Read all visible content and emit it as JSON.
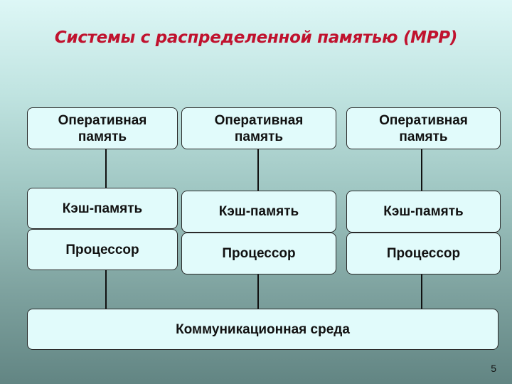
{
  "slide": {
    "title": "Системы с распределенной памятью (MPP)",
    "page_number": "5"
  },
  "nodes": [
    {
      "memory": "Оперативная\nпамять",
      "cache": "Кэш-память",
      "processor": "Процессор"
    },
    {
      "memory": "Оперативная\nпамять",
      "cache": "Кэш-память",
      "processor": "Процессор"
    },
    {
      "memory": "Оперативная\nпамять",
      "cache": "Кэш-память",
      "processor": "Процессор"
    }
  ],
  "network": {
    "label": "Коммуникационная среда"
  }
}
